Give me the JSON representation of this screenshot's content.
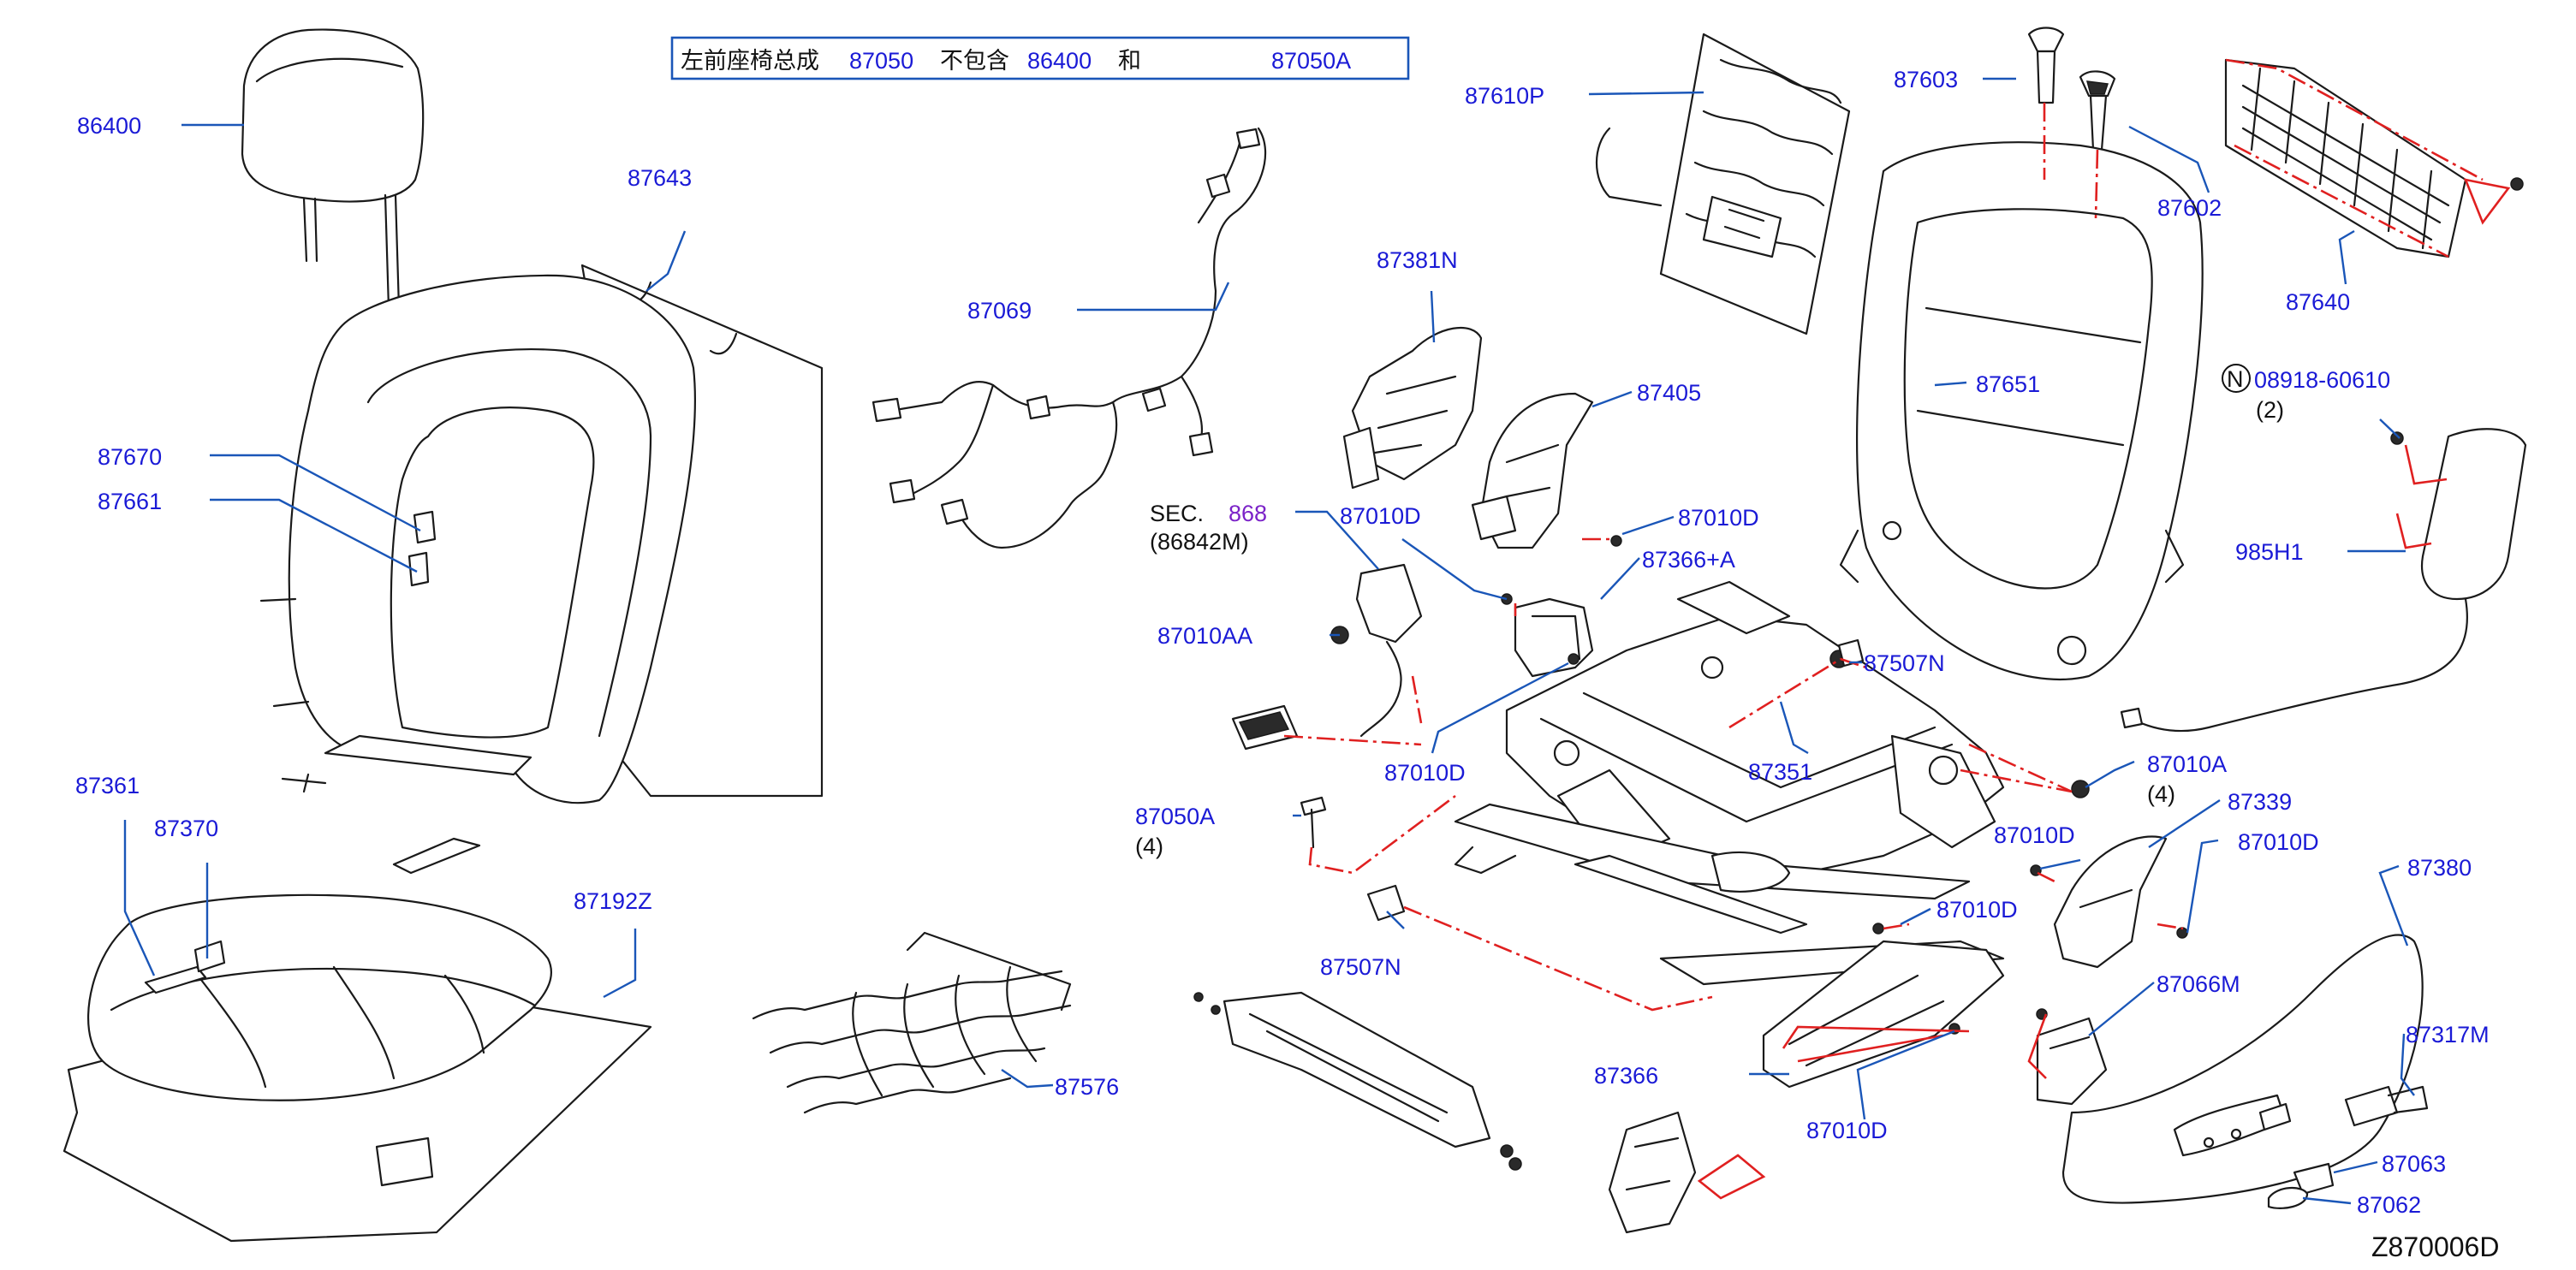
{
  "header_box": {
    "prefix": "左前座椅总成",
    "part_a": "87050",
    "middle": "不包含",
    "part_b": "86400",
    "suffix": "和",
    "part_c": "87050A"
  },
  "labels": {
    "p86400": "86400",
    "p87643": "87643",
    "p87670": "87670",
    "p87661": "87661",
    "p87361": "87361",
    "p87370": "87370",
    "p87192Z": "87192Z",
    "p87069": "87069",
    "p87576": "87576",
    "p87381N": "87381N",
    "p87405": "87405",
    "p87010D_a": "87010D",
    "p87010D_b": "87010D",
    "p87366A": "87366+A",
    "sec_prefix": "SEC.",
    "sec_num": "868",
    "sec_sub": "(86842M)",
    "p87010AA": "87010AA",
    "p87010D_c": "87010D",
    "p87050A": "87050A",
    "p87050A_qty": "(4)",
    "p87507N_a": "87507N",
    "p87507N_b": "87507N",
    "p87351": "87351",
    "p87610P": "87610P",
    "p87603": "87603",
    "p87602": "87602",
    "p87640": "87640",
    "p87651": "87651",
    "n_symbol": "N",
    "p08918": "08918-60610",
    "p08918_qty": "(2)",
    "p985H1": "985H1",
    "p87010A": "87010A",
    "p87010A_qty": "(4)",
    "p87339": "87339",
    "p87010D_d": "87010D",
    "p87010D_e": "87010D",
    "p87010D_f": "87010D",
    "p87010D_g": "87010D",
    "p87366": "87366",
    "p87066M": "87066M",
    "p87380": "87380",
    "p87317M": "87317M",
    "p87063": "87063",
    "p87062": "87062",
    "diagram_code": "Z870006D"
  },
  "colors": {
    "label_blue": "#1a1ad6",
    "leader_blue": "#1a56b8",
    "dash_red": "#e02020",
    "sec_purple": "#7b22c8",
    "line_black": "#1a1a1a"
  }
}
